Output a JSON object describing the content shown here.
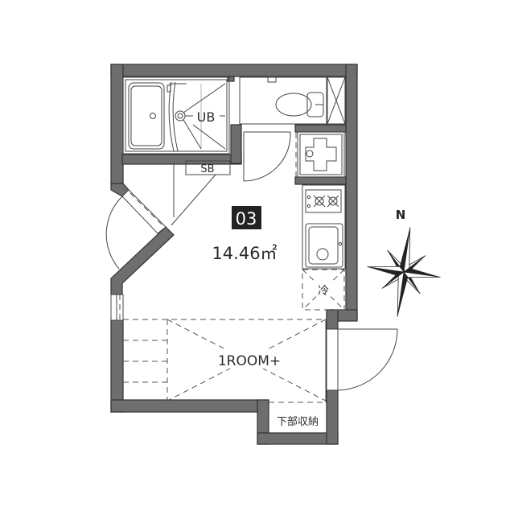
{
  "plan": {
    "unit_number": "03",
    "area": "14.46㎡",
    "room_type": "1ROOM+",
    "labels": {
      "unit_bath": "UB",
      "shoe_box": "SB",
      "refrigerator": "冷",
      "under_storage": "下部収納"
    },
    "compass": {
      "north_label": "N"
    }
  },
  "colors": {
    "wall": "#6e6e6e",
    "line": "#333333",
    "unit_badge_bg": "#222222",
    "unit_badge_text": "#ffffff"
  }
}
